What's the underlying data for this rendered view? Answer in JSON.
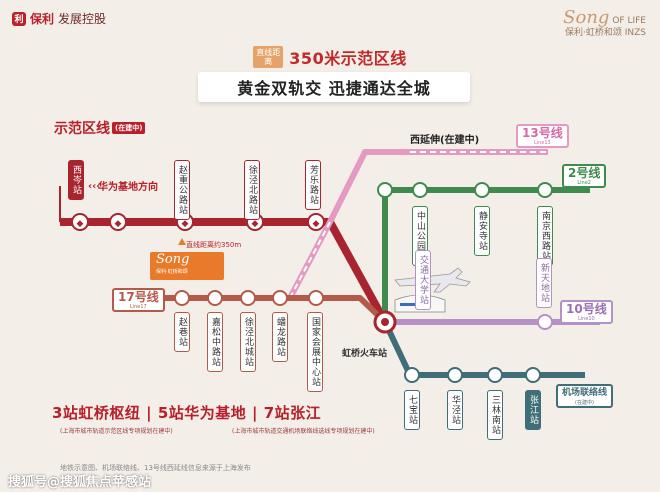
{
  "brand": {
    "logo_text": "保利",
    "sub_text": "发展控股"
  },
  "project_logo": {
    "script": "Song",
    "of_life": "OF LIFE",
    "cn_name": "保利·虹桥和颂",
    "en": "INZS"
  },
  "header": {
    "tag": "直线距离",
    "title": "350米示范区线",
    "subtitle": "黄金双轨交 迅捷通达全城"
  },
  "demo_area": {
    "label": "示范区线",
    "tag": "(在建中)"
  },
  "huawei_direction": "华为基地方向",
  "distance_note": "直线距离约350m",
  "project_badge": {
    "script": "Song",
    "sub": "保利·虹桥和颂"
  },
  "line13": {
    "label": "西延伸(在建中)",
    "number": "13号线",
    "en": "Line13",
    "color": "#e49ac2"
  },
  "line2": {
    "number": "2号线",
    "en": "Line2",
    "color": "#3f8a4c"
  },
  "line10": {
    "number": "10号线",
    "en": "Line10",
    "color": "#b591c8"
  },
  "line17": {
    "number": "17号线",
    "en": "Line17",
    "color": "#b45a4a"
  },
  "demo_line_color": "#a8242e",
  "airport_line_color": "#3f6e78",
  "stations": {
    "xicen": "西岑站",
    "zhaochong": "赵重公路站",
    "xujingbei_top": "徐泾北路站",
    "fangle": "芳乐路站",
    "zhongshan": "中山公园站",
    "jingan": "静安寺站",
    "nanjingxi": "南京西路站",
    "jiaoda": "交通大学站",
    "xintiandi": "新天地站",
    "zhaoxiang": "赵巷站",
    "jiasong": "嘉松中路站",
    "xujingbei": "徐泾北城站",
    "panlong": "蟠龙路站",
    "guojia": "国家会展中心站",
    "hongqiao": "虹桥火车站",
    "qibao": "七宝站",
    "huajing": "华泾站",
    "sanlin": "三林南站",
    "zhangjiang": "张江站"
  },
  "airport_line": {
    "label": "机场联络线",
    "tag": "(在建中)"
  },
  "slogan": "3站虹桥枢纽 | 5站华为基地 | 7站张江",
  "notes": {
    "left": "(上海市城市轨道示范区线专项规划在建中)",
    "right": "(上海市城市轨道交通机场联络线选线专项规划在建中)"
  },
  "source": "地铁示意图、机场联络线、13号线西延线信息来源于上海发布",
  "watermark": "搜狐号@搜狐焦点苹感站"
}
